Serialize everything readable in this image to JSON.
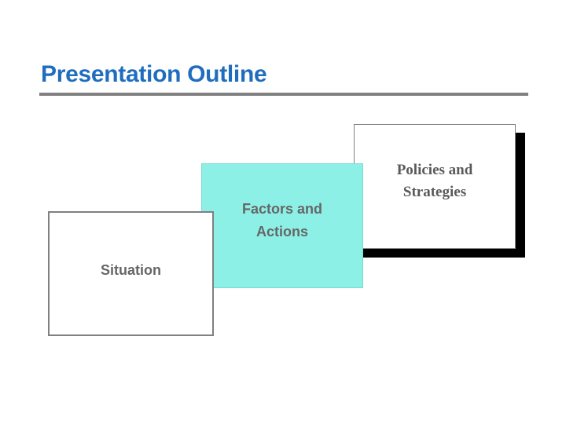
{
  "slide": {
    "title": "Presentation Outline",
    "title_color": "#1f6dbe",
    "rule_color": "#808080",
    "background_color": "#ffffff"
  },
  "diagram": {
    "type": "overlapping-cards",
    "stacking_order_front_to_back": [
      "situation",
      "factors-and-actions",
      "policies-and-strategies"
    ],
    "boxes": [
      {
        "id": "policies-and-strategies",
        "label": "Policies and\nStrategies",
        "fill": "#ffffff",
        "border_color": "#808080",
        "text_color": "#595959",
        "font_style": "serif-bold",
        "shadow": true,
        "shadow_color": "#000000"
      },
      {
        "id": "factors-and-actions",
        "label": "Factors and\nActions",
        "fill": "#8df0e6",
        "border_color": "#7fd8cf",
        "text_color": "#666666",
        "font_style": "sans-bold",
        "shadow": false
      },
      {
        "id": "situation",
        "label": "Situation",
        "fill": "#ffffff",
        "border_color": "#808080",
        "text_color": "#666666",
        "font_style": "sans-bold",
        "shadow": false
      }
    ]
  }
}
